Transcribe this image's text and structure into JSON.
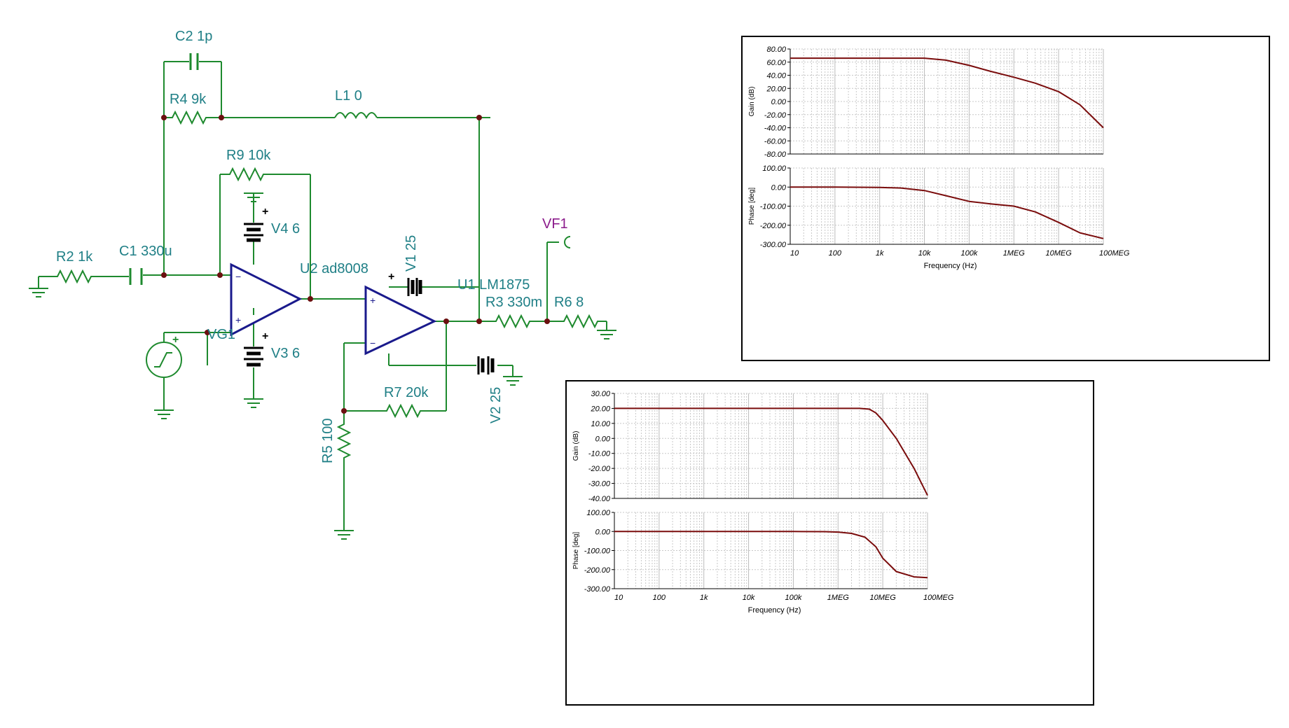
{
  "schematic": {
    "labels": {
      "c2": "C2 1p",
      "r4": "R4 9k",
      "l1": "L1 0",
      "r9": "R9 10k",
      "v4": "V4 6",
      "r2": "R2 1k",
      "c1": "C1 330u",
      "u2": "U2 ad8008",
      "v1": "V1 25",
      "vf1": "VF1",
      "u1": "U1 LM1875",
      "r3": "R3 330m",
      "r6": "R6 8",
      "vg1": "VG1",
      "v3": "V3 6",
      "r7": "R7 20k",
      "v2": "V2 25",
      "r5": "R5 100"
    },
    "colors": {
      "wire": "#1e8a2e",
      "label": "#1f7f86",
      "opamp": "#1a1a8c",
      "probe": "#8b1a8b"
    }
  },
  "chart_data": [
    {
      "type": "line",
      "title": "",
      "xlabel": "Frequency (Hz)",
      "x_scale": "log",
      "x_tick_labels": [
        "10",
        "100",
        "1k",
        "10k",
        "100k",
        "1MEG",
        "10MEG",
        "100MEG"
      ],
      "xlim": [
        10,
        100000000
      ],
      "gain": {
        "ylabel": "Gain (dB)",
        "ylim": [
          -80,
          80
        ],
        "tick_labels": [
          "80.00",
          "60.00",
          "40.00",
          "20.00",
          "0.00",
          "-20.00",
          "-40.00",
          "-60.00",
          "-80.00"
        ],
        "x": [
          10,
          100,
          1000,
          10000,
          30000,
          100000,
          300000,
          1000000,
          3000000,
          10000000,
          30000000,
          100000000
        ],
        "y": [
          66,
          66,
          66,
          66,
          63,
          55,
          46,
          37,
          28,
          15,
          -5,
          -40
        ]
      },
      "phase": {
        "ylabel": "Phase [deg]",
        "ylim": [
          -300,
          100
        ],
        "tick_labels": [
          "100.00",
          "0.00",
          "-100.00",
          "-200.00",
          "-300.00"
        ],
        "x": [
          10,
          100,
          1000,
          3000,
          10000,
          30000,
          100000,
          300000,
          1000000,
          3000000,
          10000000,
          30000000,
          100000000
        ],
        "y": [
          0,
          0,
          -2,
          -5,
          -18,
          -45,
          -75,
          -88,
          -100,
          -130,
          -185,
          -240,
          -270
        ]
      },
      "grid": true,
      "line_color": "#7a0c0c"
    },
    {
      "type": "line",
      "title": "",
      "xlabel": "Frequency (Hz)",
      "x_scale": "log",
      "x_tick_labels": [
        "10",
        "100",
        "1k",
        "10k",
        "100k",
        "1MEG",
        "10MEG",
        "100MEG"
      ],
      "xlim": [
        10,
        100000000
      ],
      "gain": {
        "ylabel": "Gain (dB)",
        "ylim": [
          -40,
          30
        ],
        "tick_labels": [
          "30.00",
          "20.00",
          "10.00",
          "0.00",
          "-10.00",
          "-20.00",
          "-30.00",
          "-40.00"
        ],
        "x": [
          10,
          100,
          1000,
          10000,
          100000,
          1000000,
          3000000,
          5000000,
          7000000,
          10000000,
          20000000,
          50000000,
          100000000
        ],
        "y": [
          20,
          20,
          20,
          20,
          20,
          20,
          20,
          19.5,
          17,
          12,
          0,
          -20,
          -38
        ]
      },
      "phase": {
        "ylabel": "Phase [deg]",
        "ylim": [
          -300,
          100
        ],
        "tick_labels": [
          "100.00",
          "0.00",
          "-100.00",
          "-200.00",
          "-300.00"
        ],
        "x": [
          10,
          100,
          1000,
          10000,
          100000,
          500000,
          1000000,
          2000000,
          4000000,
          7000000,
          10000000,
          20000000,
          50000000,
          100000000
        ],
        "y": [
          0,
          0,
          0,
          0,
          0,
          -1,
          -3,
          -10,
          -30,
          -80,
          -140,
          -210,
          -238,
          -242
        ]
      },
      "grid": true,
      "line_color": "#7a0c0c"
    }
  ]
}
